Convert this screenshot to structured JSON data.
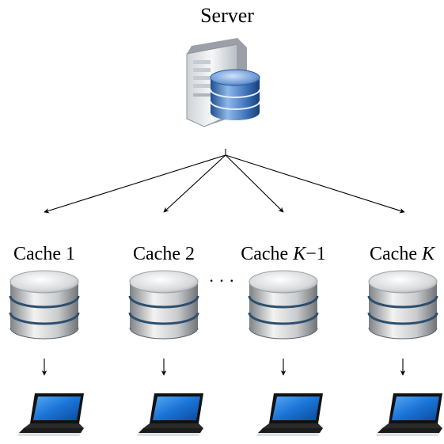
{
  "server": {
    "label": "Server"
  },
  "caches": [
    {
      "label": "Cache",
      "index": "1",
      "index_parts": [
        "1"
      ]
    },
    {
      "label": "Cache",
      "index": "2",
      "index_parts": [
        "2"
      ]
    },
    {
      "label": "Cache",
      "index": "K−1",
      "index_parts": [
        "K",
        "−1"
      ]
    },
    {
      "label": "Cache",
      "index": "K",
      "index_parts": [
        "K"
      ]
    }
  ],
  "ellipsis": "· · ·",
  "colors": {
    "server_body": "#e9ecef",
    "server_panel": "#c7ccd2",
    "db_blue_light": "#8fb8e8",
    "db_blue": "#3a6fb8",
    "db_blue_dark": "#1f4f8f",
    "cache_silver_light": "#f2f2f2",
    "cache_silver": "#b9bcbf",
    "cache_silver_dark": "#7e8286",
    "cache_ring": "#2e4f6e",
    "laptop_screen": "#1a74d6",
    "laptop_body": "#1b1b1b"
  },
  "icons": {
    "server": "server-icon",
    "database": "database-icon",
    "cache": "cache-database-icon",
    "laptop": "laptop-icon"
  }
}
